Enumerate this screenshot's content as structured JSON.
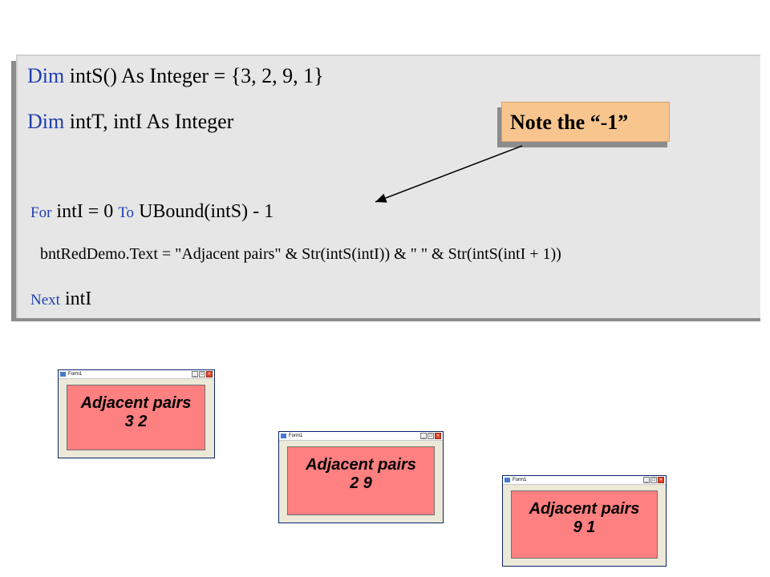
{
  "code": {
    "line1": {
      "kw": "Dim",
      "rest": " intS() As Integer = {3, 2, 9, 1}"
    },
    "line2": {
      "kw": "Dim",
      "rest": " intT, intI As Integer"
    },
    "line3": {
      "kw1": "For",
      "part1": " intI = 0 ",
      "kw2": "To",
      "part2": " UBound(intS)  - 1"
    },
    "line4": "bntRedDemo.Text = \"Adjacent pairs\" & Str(intS(intI)) & \" \" & Str(intS(intI + 1))",
    "line5": {
      "kw": "Next",
      "rest": " intI"
    }
  },
  "note": {
    "text": "Note the  “-1”",
    "bg": "#f8c58f"
  },
  "forms": [
    {
      "title": "Form1",
      "line1": "Adjacent pairs",
      "line2": "3  2"
    },
    {
      "title": "Form1",
      "line1": "Adjacent pairs",
      "line2": "2  9"
    },
    {
      "title": "Form1",
      "line1": "Adjacent pairs",
      "line2": "9  1"
    }
  ],
  "colors": {
    "keyword": "#1f3fae",
    "button": "#ff8080",
    "code_bg": "#e6e6e6"
  },
  "icons": [
    "minimize-icon",
    "maximize-icon",
    "close-icon"
  ]
}
